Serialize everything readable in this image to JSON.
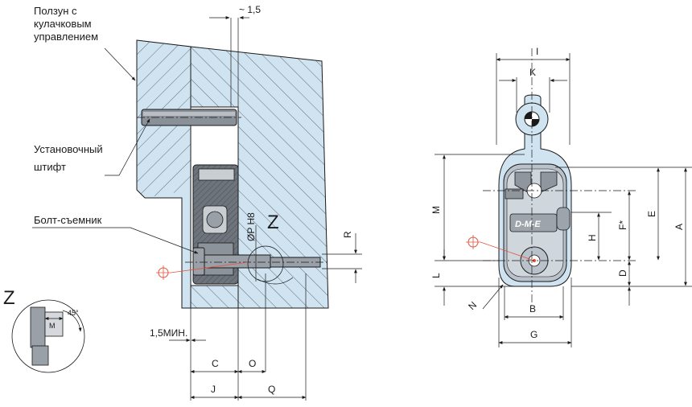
{
  "labels": {
    "slider": [
      "Ползун с",
      "кулачковым",
      "управлением"
    ],
    "pin": [
      "Установочный",
      "штифт"
    ],
    "bolt": "Болт-съемник",
    "gap": "~ 1,5",
    "min_gap": "1,5МИН.",
    "bore": "ØP H8",
    "view_z_marker": "Z",
    "view_z_title": "Z",
    "angle": "45°",
    "thread": "M",
    "logo": "D-M-E"
  },
  "dims_left": {
    "C": "C",
    "O": "O",
    "J": "J",
    "Q": "Q",
    "R": "R"
  },
  "dims_right": {
    "I": "I",
    "K": "K",
    "M": "M",
    "L": "L",
    "N": "N",
    "B": "B",
    "G": "G",
    "H": "H",
    "F": "F*",
    "E": "E",
    "D": "D",
    "A": "A"
  },
  "colors": {
    "fill": "#cfe3f1",
    "cut": "#7d8590",
    "line": "#1a1a1a",
    "accent": "#e5533d"
  }
}
